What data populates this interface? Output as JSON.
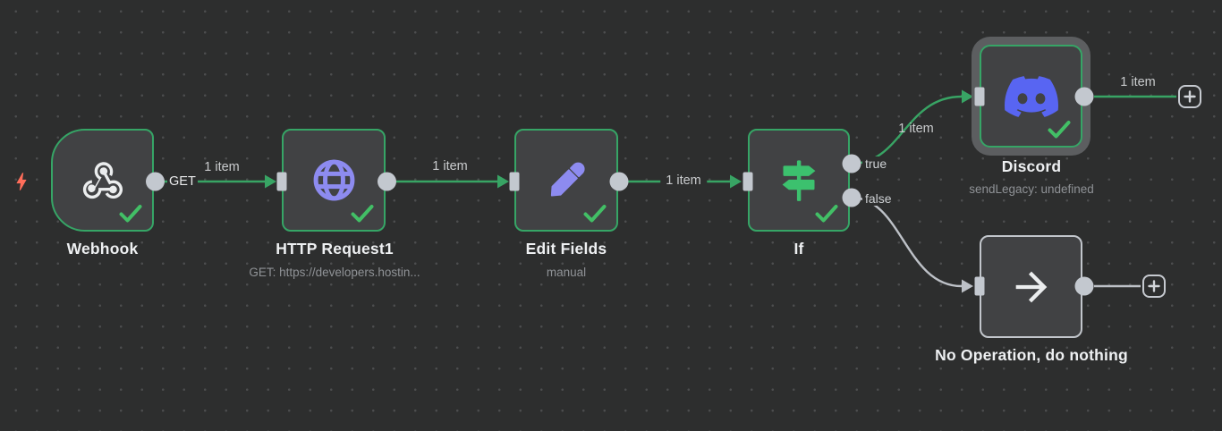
{
  "nodes": [
    {
      "title": "Webhook",
      "subtitle": "",
      "icon": "webhook"
    },
    {
      "title": "HTTP Request1",
      "subtitle": "GET: https://developers.hostin...",
      "icon": "globe"
    },
    {
      "title": "Edit Fields",
      "subtitle": "manual",
      "icon": "pencil"
    },
    {
      "title": "If",
      "subtitle": "",
      "icon": "signpost"
    },
    {
      "title": "Discord",
      "subtitle": "sendLegacy: undefined",
      "icon": "discord"
    },
    {
      "title": "No Operation, do nothing",
      "subtitle": "",
      "icon": "arrow-right"
    }
  ],
  "connections": {
    "webhook_method": "GET",
    "items_webhook_http": "1 item",
    "items_http_edit": "1 item",
    "items_edit_if": "1 item",
    "items_if_true": "1 item",
    "items_discord_out": "1 item",
    "branch_true": "true",
    "branch_false": "false"
  },
  "colors": {
    "canvas_background": "#2d2e2e",
    "node_background": "#414244",
    "success_green": "#38a464",
    "checkmark_green": "#42bf66",
    "if_icon_green": "#3cc16e",
    "lavender_icon": "#8d8bf0",
    "discord_blurple": "#5865f2",
    "trigger_bolt_coral": "#ff6d5a",
    "port_gray": "#c3c8cf",
    "inactive_line_gray": "#bdc1c7",
    "selection_halo_gray": "#5c5e60"
  }
}
